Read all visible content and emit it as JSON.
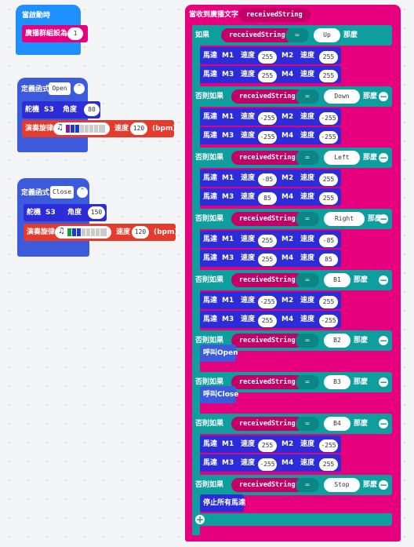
{
  "on_start": {
    "label": "當啟動時",
    "set_group_label": "廣播群組設為",
    "group": "1"
  },
  "open_func": {
    "label": "定義函式",
    "name": "Open",
    "servo_label": "舵機",
    "servo": "S3",
    "angle_label": "角度",
    "angle": "80",
    "melody_label": "演奏旋律",
    "speed_label": "速度",
    "bpm": "120",
    "bpm_unit": "(bpm)"
  },
  "close_func": {
    "label": "定義函式",
    "name": "Close",
    "servo_label": "舵機",
    "servo": "S3",
    "angle_label": "角度",
    "angle": "150",
    "melody_label": "演奏旋律",
    "speed_label": "速度",
    "bpm": "120",
    "bpm_unit": "(bpm)"
  },
  "radio": {
    "label": "當收到廣播文字",
    "var": "receivedString"
  },
  "kw": {
    "if": "如果",
    "elseif": "否則如果",
    "then": "那麼",
    "eq": "=",
    "motor": "馬達",
    "speed": "速度",
    "m1": "M1",
    "m2": "M2",
    "m3": "M3",
    "m4": "M4",
    "call": "呼叫",
    "stop_all": "停止所有馬達",
    "plus": "+",
    "minus": "−"
  },
  "branches": [
    {
      "value": "Up",
      "m": [
        "255",
        "255",
        "255",
        "255"
      ]
    },
    {
      "value": "Down",
      "m": [
        "-255",
        "-255",
        "-255",
        "-255"
      ]
    },
    {
      "value": "Left",
      "m": [
        "-85",
        "255",
        "85",
        "255"
      ]
    },
    {
      "value": "Right",
      "m": [
        "255",
        "-85",
        "255",
        "85"
      ]
    },
    {
      "value": "B1",
      "m": [
        "-255",
        "255",
        "255",
        "-255"
      ]
    },
    {
      "value": "B2",
      "call": "Open"
    },
    {
      "value": "B3",
      "call": "Close"
    },
    {
      "value": "B4",
      "m": [
        "255",
        "-255",
        "-255",
        "255"
      ]
    },
    {
      "value": "Stop",
      "stop": true
    }
  ],
  "colors": {
    "event": "#1e90ff",
    "radio": "#e6007e",
    "logic": "#0e9e9e",
    "motor": "#2c2cd8",
    "func": "#3c5bdc",
    "music": "#e53b2c"
  }
}
